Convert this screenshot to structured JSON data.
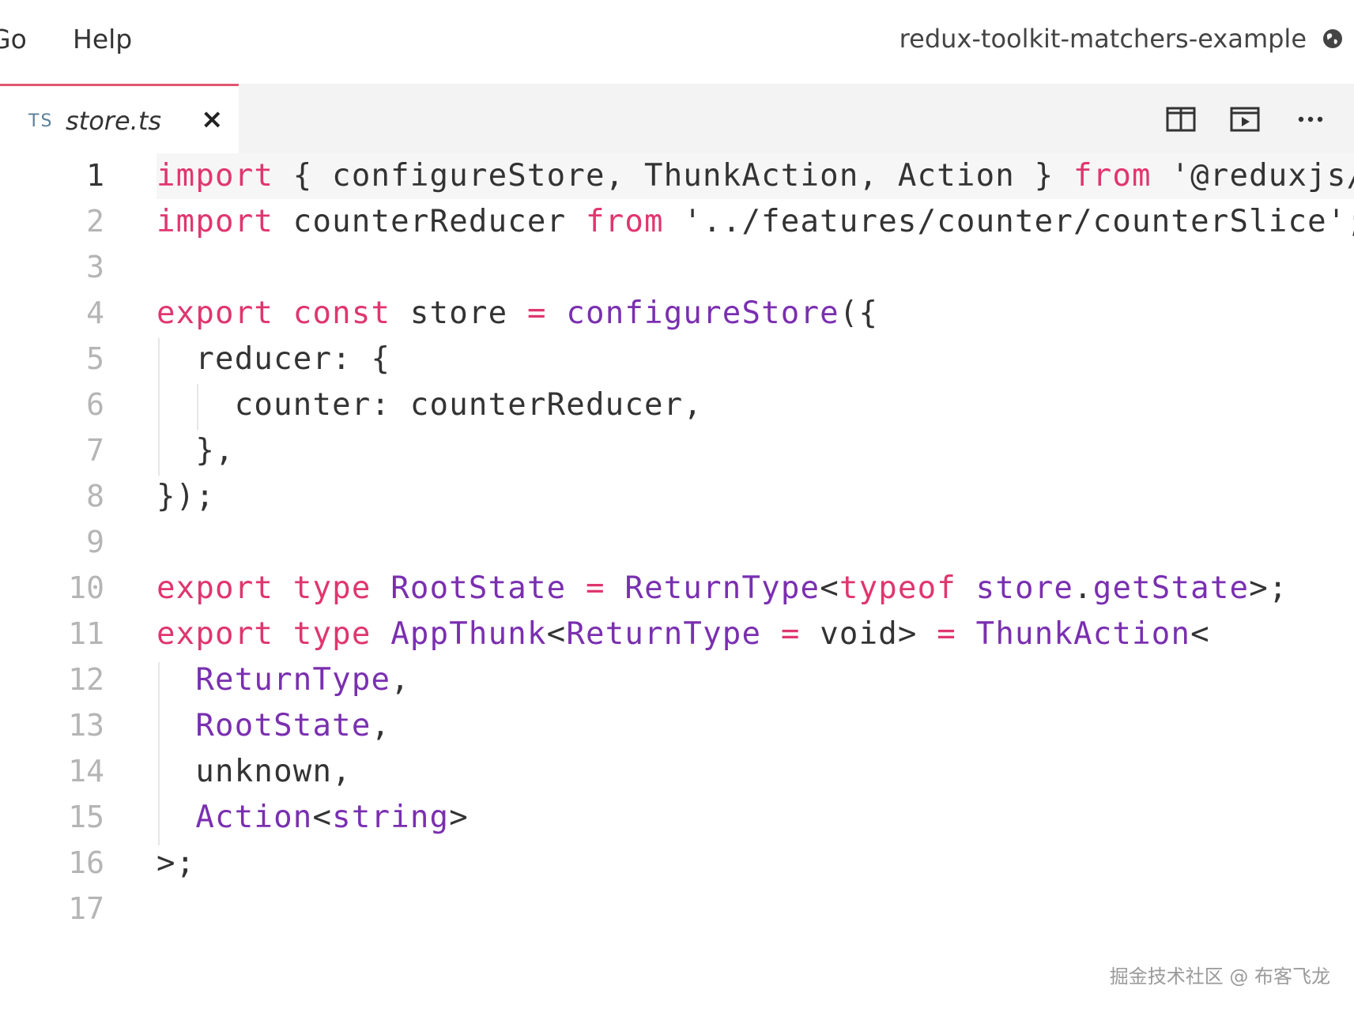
{
  "menubar": {
    "items": [
      "Go",
      "Help"
    ],
    "project_title": "redux-toolkit-matchers-example"
  },
  "tab": {
    "lang_badge": "TS",
    "file_name": "store.ts",
    "close_glyph": "×"
  },
  "tab_actions": [
    "split-editor-icon",
    "open-preview-icon",
    "more-actions-icon"
  ],
  "editor": {
    "active_line": 1,
    "line_numbers": [
      "1",
      "2",
      "3",
      "4",
      "5",
      "6",
      "7",
      "8",
      "9",
      "10",
      "11",
      "12",
      "13",
      "14",
      "15",
      "16",
      "17"
    ],
    "lines": [
      "import { configureStore, ThunkAction, Action } from '@reduxjs/",
      "import counterReducer from '../features/counter/counterSlice';",
      "",
      "export const store = configureStore({",
      "  reducer: {",
      "    counter: counterReducer,",
      "  },",
      "});",
      "",
      "export type RootState = ReturnType<typeof store.getState>;",
      "export type AppThunk<ReturnType = void> = ThunkAction<",
      "  ReturnType,",
      "  RootState,",
      "  unknown,",
      "  Action<string>",
      ">;",
      ""
    ]
  },
  "watermark": "掘金技术社区 @ 布客飞龙",
  "colors": {
    "keyword": "#e0366e",
    "type": "#7a2fb0",
    "text": "#333333",
    "tab_accent": "#e0566f"
  }
}
